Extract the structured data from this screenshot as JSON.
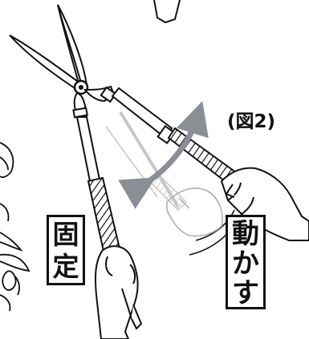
{
  "figure_caption": "(図2)",
  "labels": {
    "fixed": [
      "固",
      "定"
    ],
    "move": [
      "動",
      "か",
      "す"
    ]
  },
  "colors": {
    "ink": "#111111",
    "arrow": "#8a8f96",
    "ghost": "#b5b5b5",
    "background": "#ffffff"
  },
  "icons": {
    "shears": "pruning-shears-icon",
    "motion_arrow": "double-headed-curved-arrow-icon"
  }
}
